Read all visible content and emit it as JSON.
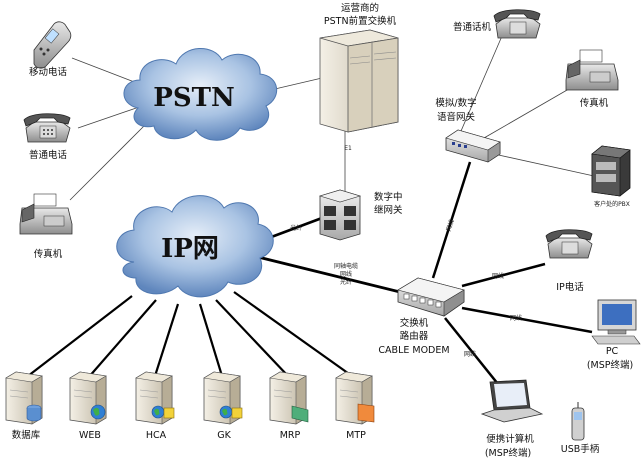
{
  "clouds": {
    "pstn": "PSTN",
    "ip": "IP网"
  },
  "nodes": {
    "mobile": "移动电话",
    "phone_left": "普通电话",
    "fax_left": "传真机",
    "pstn_switch": [
      "运营商的",
      "PSTN前置交换机"
    ],
    "phone_top": "普通话机",
    "fax_right": "传真机",
    "voice_gateway": [
      "模拟/数字",
      "语音网关"
    ],
    "pbx": "客户处的PBX",
    "trunk_gateway": [
      "数字中",
      "继网关"
    ],
    "ip_phone": "IP电话",
    "switch_router": [
      "交换机",
      "路由器",
      "CABLE MODEM"
    ],
    "pc": [
      "PC",
      "(MSP终端)"
    ],
    "laptop": [
      "便携计算机",
      "(MSP终端)"
    ],
    "usb_phone": "USB手柄",
    "servers": [
      "数据库",
      "WEB",
      "HCA",
      "GK",
      "MRP",
      "MTP"
    ]
  },
  "link_labels": {
    "e1": "E1",
    "fiber": "光纤",
    "coax": [
      "同轴电缆",
      "网线",
      "光纤"
    ],
    "net_gateway": "网线",
    "net_ipphone": "网线",
    "net_pc": "网线",
    "net_laptop": "网线"
  },
  "colors": {
    "cloud_fill": "#9bb9dd",
    "cloud_dark": "#5f86bd",
    "server_body": "#d9d2c2",
    "thick_link": "#000000",
    "thin_link": "#444444"
  }
}
